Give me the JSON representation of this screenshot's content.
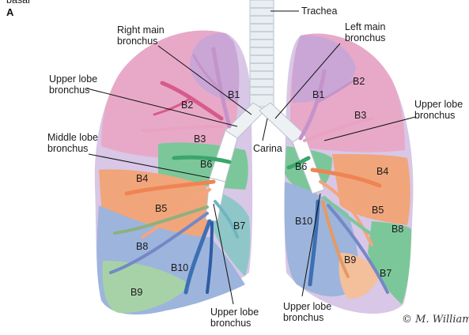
{
  "header": {
    "cut_text": "basal",
    "panel_letter": "A"
  },
  "labels": {
    "trachea": "Trachea",
    "right_main_1": "Right main",
    "right_main_2": "bronchus",
    "left_main_1": "Left main",
    "left_main_2": "bronchus",
    "upper_lobe_r_1": "Upper lobe",
    "upper_lobe_r_2": "bronchus",
    "upper_lobe_l_1": "Upper lobe",
    "upper_lobe_l_2": "bronchus",
    "middle_lobe_1": "Middle lobe",
    "middle_lobe_2": "bronchus",
    "carina": "Carina",
    "lower_lobe_r_1": "Upper lobe",
    "lower_lobe_r_2": "bronchus",
    "lower_lobe_l_1": "Upper lobe",
    "lower_lobe_l_2": "bronchus"
  },
  "segments_right": [
    "B1",
    "B2",
    "B3",
    "B4",
    "B5",
    "B6",
    "B7",
    "B8",
    "B9",
    "B10"
  ],
  "segments_left": [
    "B1",
    "B2",
    "B3",
    "B4",
    "B5",
    "B6",
    "B7",
    "B8",
    "B9",
    "B10"
  ],
  "signature": "© M. Williams",
  "colors": {
    "upper_pink": "#e8a9c8",
    "apical_purple": "#c9a6d6",
    "green": "#7cc79a",
    "orange": "#f1a57b",
    "blue": "#9db4dc",
    "teal": "#8fc7c9",
    "bronchus": "#ffffff",
    "trachea": "#e9eef2"
  }
}
